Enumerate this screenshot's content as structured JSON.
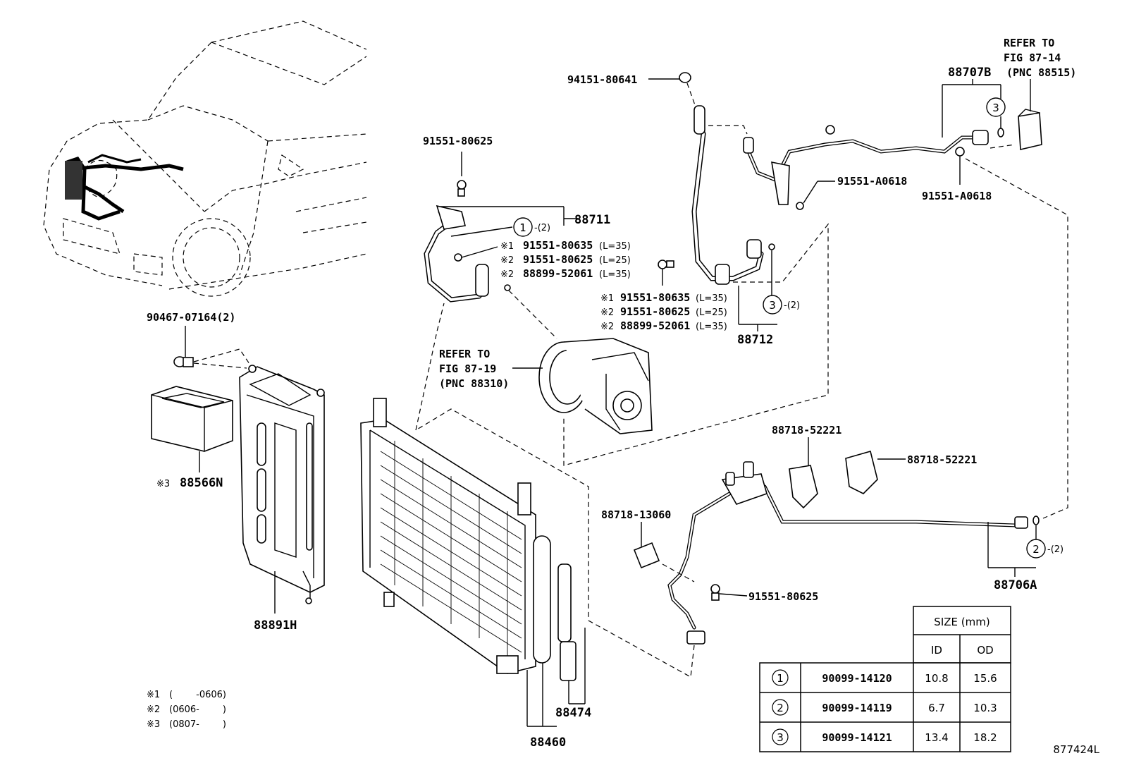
{
  "parts": {
    "p94151_80641": "94151-80641",
    "p91551_80625_top": "91551-80625",
    "p88711": "88711",
    "p90467_07164": "90467-07164(2)",
    "p88566n_mark": "※3",
    "p88566n": "88566N",
    "p88891h": "88891H",
    "p88474": "88474",
    "p88460": "88460",
    "p88707b": "88707B",
    "p91551_a0618_a": "91551-A0618",
    "p91551_a0618_b": "91551-A0618",
    "p88712": "88712",
    "p88718_52221_a": "88718-52221",
    "p88718_52221_b": "88718-52221",
    "p88718_13060": "88718-13060",
    "p91551_80625_low": "91551-80625",
    "p88706a": "88706A"
  },
  "refs": {
    "fig_87_14": [
      "REFER TO",
      "FIG 87-14",
      "(PNC 88515)"
    ],
    "fig_87_19": [
      "REFER TO",
      "FIG 87-19",
      "(PNC 88310)"
    ]
  },
  "notes_88711": [
    {
      "mark": "※1",
      "num": "91551-80635",
      "len": "(L=35)"
    },
    {
      "mark": "※2",
      "num": "91551-80625",
      "len": "(L=25)"
    },
    {
      "mark": "※2",
      "num": "88899-52061",
      "len": "(L=35)"
    }
  ],
  "notes_88712": [
    {
      "mark": "※1",
      "num": "91551-80635",
      "len": "(L=35)"
    },
    {
      "mark": "※2",
      "num": "91551-80625",
      "len": "(L=25)"
    },
    {
      "mark": "※2",
      "num": "88899-52061",
      "len": "(L=35)"
    }
  ],
  "callouts": {
    "c1": "1",
    "c1_qty": "-(2)",
    "c3": "3",
    "c3_qty": "-(2)",
    "c3b": "3",
    "c2": "2",
    "c2_qty": "-(2)"
  },
  "legend": [
    {
      "mark": "※1",
      "range": "(        -0606)"
    },
    {
      "mark": "※2",
      "range": "(0606-        )"
    },
    {
      "mark": "※3",
      "range": "(0807-        )"
    }
  ],
  "size_table": {
    "header": "SIZE (mm)",
    "col_id": "ID",
    "col_od": "OD",
    "rows": [
      {
        "no": "1",
        "part": "90099-14120",
        "id": "10.8",
        "od": "15.6"
      },
      {
        "no": "2",
        "part": "90099-14119",
        "id": "6.7",
        "od": "10.3"
      },
      {
        "no": "3",
        "part": "90099-14121",
        "id": "13.4",
        "od": "18.2"
      }
    ]
  },
  "figure_id": "877424L"
}
